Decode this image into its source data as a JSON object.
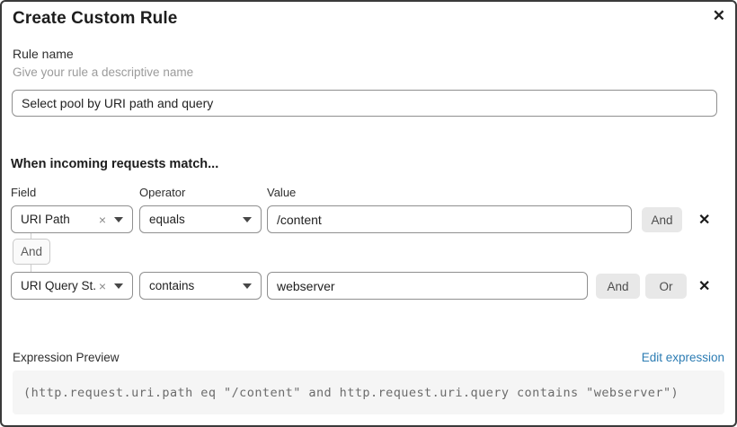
{
  "dialog": {
    "title": "Create Custom Rule"
  },
  "icons": {
    "close": "✕",
    "clear": "×",
    "delete": "✕"
  },
  "rule_name": {
    "label": "Rule name",
    "helper": "Give your rule a descriptive name",
    "value": "Select pool by URI path and query"
  },
  "match": {
    "heading": "When incoming requests match...",
    "columns": {
      "field": "Field",
      "operator": "Operator",
      "value": "Value"
    },
    "connector": "And",
    "rows": [
      {
        "field": "URI Path",
        "operator": "equals",
        "value": "/content",
        "and_label": "And"
      },
      {
        "field": "URI Query St...",
        "operator": "contains",
        "value": "webserver",
        "and_label": "And",
        "or_label": "Or"
      }
    ]
  },
  "expression": {
    "label": "Expression Preview",
    "edit_link": "Edit expression",
    "code": "(http.request.uri.path eq \"/content\" and http.request.uri.query contains \"webserver\")"
  },
  "colors": {
    "link_blue": "#2c7cb3",
    "button_gray": "#e8e8e8",
    "code_background": "#f5f5f5",
    "input_border": "#8f8f8f",
    "dialog_border": "#3a3a3a"
  }
}
